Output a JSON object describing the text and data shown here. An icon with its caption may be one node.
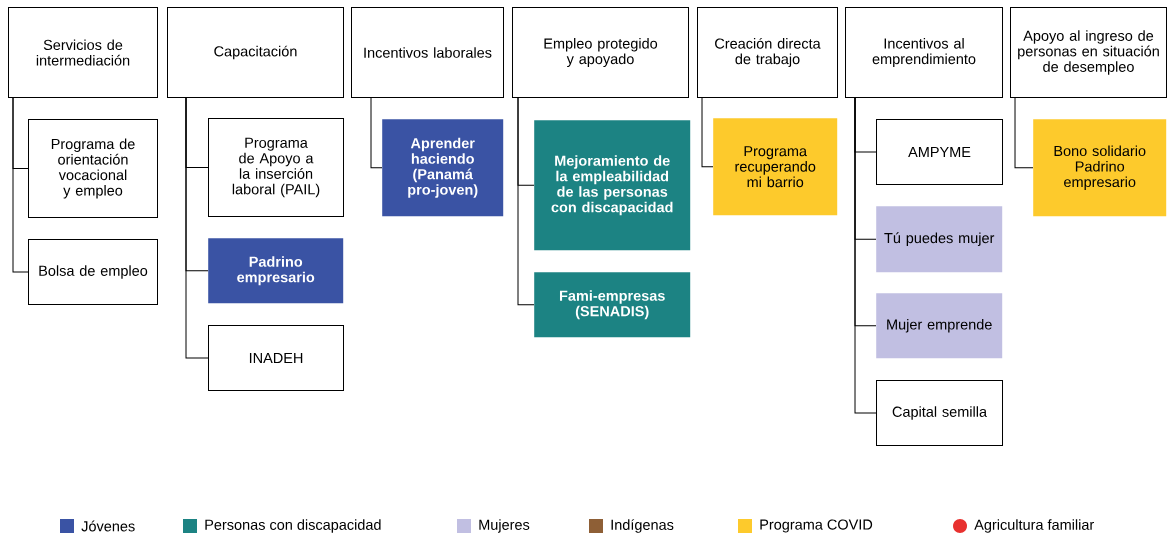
{
  "diagram": {
    "nodes": [
      {
        "text": [
          "Servicios de intermediación"
        ]
      },
      {
        "text": [
          "Capacitación"
        ]
      },
      {
        "text": [
          "Incentivos laborales"
        ]
      },
      {
        "text": [
          "Empleo protegido y apoyado"
        ]
      },
      {
        "text": [
          "Creación directa de trabajo"
        ]
      },
      {
        "text": [
          "Incentivos al emprendimiento"
        ]
      },
      {
        "text": [
          "Apoyo al ingreso de personas en situación de desempleo"
        ]
      },
      {
        "text": [
          "Programa de orientación vocacional y empleo"
        ]
      },
      {
        "text": [
          "Bolsa de empleo"
        ]
      },
      {
        "text": [
          "Programa de Apoyo a la inserción laboral (PAIL)"
        ]
      },
      {
        "text": [
          "Padrino empresario"
        ]
      },
      {
        "text": [
          "INADEH"
        ]
      },
      {
        "text": [
          "Aprender haciendo (Panamá pro-joven)"
        ]
      },
      {
        "text": [
          "Mejoramiento de la empleabilidad de las personas con discapacidad"
        ]
      },
      {
        "text": [
          "Fami-empresas (SENADIS)"
        ]
      },
      {
        "text": [
          "Programa recuperando mi barrio"
        ]
      },
      {
        "text": [
          "AMPYME"
        ]
      },
      {
        "text": [
          "Tú puedes mujer"
        ]
      },
      {
        "text": [
          "Mujer emprende"
        ]
      },
      {
        "text": [
          "Capital semilla"
        ]
      },
      {
        "text": [
          "Bono solidario Padrino empresario"
        ]
      }
    ],
    "edges": [
      {
        "from": 0,
        "to": 7,
        "arrow": "none"
      },
      {
        "from": 0,
        "to": 8,
        "arrow": "none"
      },
      {
        "from": 1,
        "to": 9,
        "arrow": "none"
      },
      {
        "from": 1,
        "to": 10,
        "arrow": "none"
      },
      {
        "from": 1,
        "to": 11,
        "arrow": "none"
      },
      {
        "from": 2,
        "to": 12,
        "arrow": "none"
      },
      {
        "from": 3,
        "to": 13,
        "arrow": "none"
      },
      {
        "from": 3,
        "to": 14,
        "arrow": "none"
      },
      {
        "from": 4,
        "to": 15,
        "arrow": "none"
      },
      {
        "from": 5,
        "to": 16,
        "arrow": "none"
      },
      {
        "from": 5,
        "to": 17,
        "arrow": "none"
      },
      {
        "from": 5,
        "to": 18,
        "arrow": "none"
      },
      {
        "from": 5,
        "to": 19,
        "arrow": "none"
      },
      {
        "from": 6,
        "to": 20,
        "arrow": "none"
      }
    ],
    "legend": [
      {
        "text": "Jóvenes",
        "color": "#3a53a4"
      },
      {
        "text": "Personas con discapacidad",
        "color": "#1c8383"
      },
      {
        "text": "Mujeres",
        "color": "#c1bfe2"
      },
      {
        "text": "Indígenas",
        "color": "#8e5f36"
      },
      {
        "text": "Programa COVID",
        "color": "#fdca2c"
      },
      {
        "text": "Agricultura familiar",
        "color": "#e8312f"
      }
    ]
  }
}
